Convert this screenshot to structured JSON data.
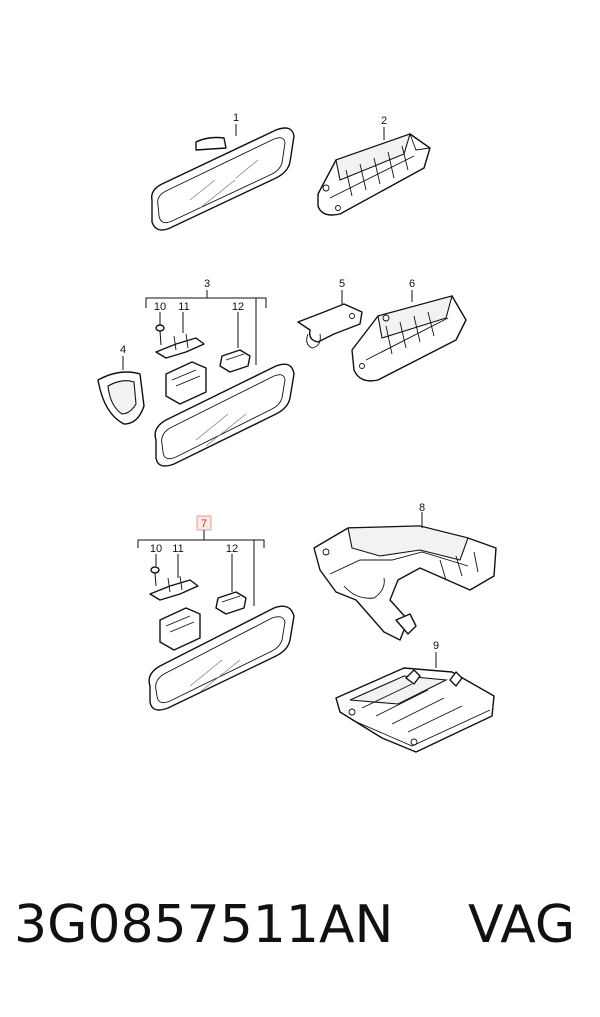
{
  "callouts": {
    "c1": "1",
    "c2": "2",
    "c3": "3",
    "c4": "4",
    "c5": "5",
    "c6": "6",
    "c7": "7",
    "c8": "8",
    "c9": "9",
    "c10a": "10",
    "c11a": "11",
    "c12a": "12",
    "c10b": "10",
    "c11b": "11",
    "c12b": "12"
  },
  "highlight_callout": "7",
  "colors": {
    "line": "#111111",
    "highlight_box": "#e89a9a",
    "highlight_text": "#c0392b"
  },
  "footer": {
    "part_number": "3G0857511AN",
    "brand": "VAG"
  }
}
